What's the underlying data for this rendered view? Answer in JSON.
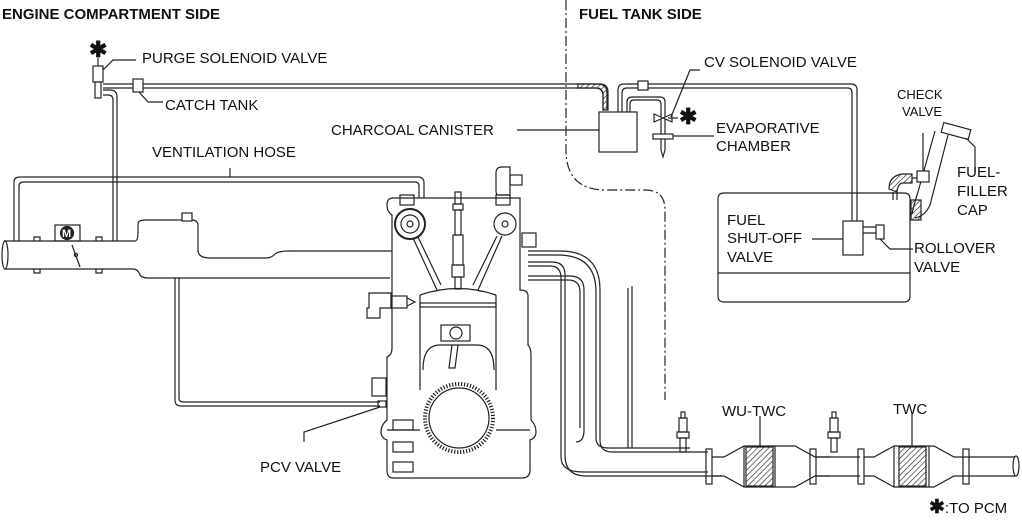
{
  "headers": {
    "engine_side": "ENGINE COMPARTMENT SIDE",
    "fuel_tank_side": "FUEL TANK SIDE"
  },
  "components": {
    "purge_solenoid_valve": "PURGE SOLENOID VALVE",
    "catch_tank": "CATCH TANK",
    "ventilation_hose": "VENTILATION HOSE",
    "charcoal_canister": "CHARCOAL CANISTER",
    "cv_solenoid_valve": "CV SOLENOID VALVE",
    "evaporative_chamber_line1": "EVAPORATIVE",
    "evaporative_chamber_line2": "CHAMBER",
    "check_valve_line1": "CHECK",
    "check_valve_line2": "VALVE",
    "fuel_filler_cap_line1": "FUEL-",
    "fuel_filler_cap_line2": "FILLER",
    "fuel_filler_cap_line3": "CAP",
    "fuel_shutoff_valve_line1": "FUEL",
    "fuel_shutoff_valve_line2": "SHUT-OFF",
    "fuel_shutoff_valve_line3": "VALVE",
    "rollover_valve_line1": "ROLLOVER",
    "rollover_valve_line2": "VALVE",
    "wu_twc": "WU-TWC",
    "twc": "TWC",
    "pcv_valve": "PCV VALVE"
  },
  "legend": {
    "asterisk_symbol": "✱",
    "asterisk_meaning": ":TO PCM"
  },
  "motor_symbol": "M"
}
